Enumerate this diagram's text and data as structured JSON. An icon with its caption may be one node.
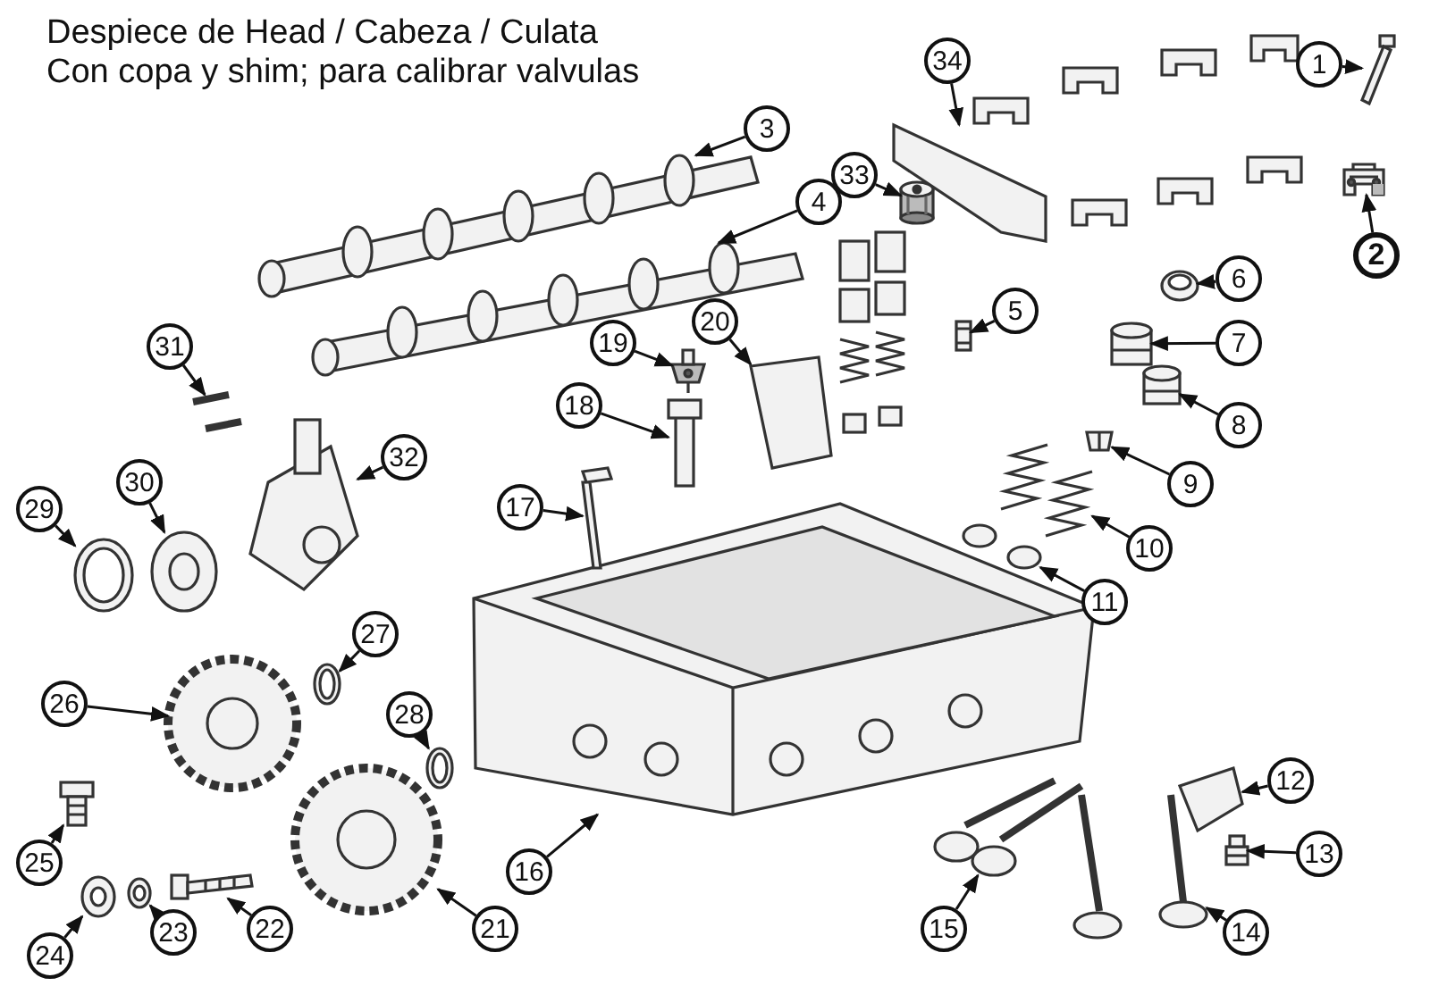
{
  "diagram": {
    "title": "Despiece de Head / Cabeza / Culata Con copa y shim; para calibrar valvulas",
    "nodes": [
      {
        "text": [
          "1"
        ]
      },
      {
        "text": [
          "2"
        ]
      },
      {
        "text": [
          "3"
        ]
      },
      {
        "text": [
          "4"
        ]
      },
      {
        "text": [
          "5"
        ]
      },
      {
        "text": [
          "6"
        ]
      },
      {
        "text": [
          "7"
        ]
      },
      {
        "text": [
          "8"
        ]
      },
      {
        "text": [
          "9"
        ]
      },
      {
        "text": [
          "10"
        ]
      },
      {
        "text": [
          "11"
        ]
      },
      {
        "text": [
          "12"
        ]
      },
      {
        "text": [
          "13"
        ]
      },
      {
        "text": [
          "14"
        ]
      },
      {
        "text": [
          "15"
        ]
      },
      {
        "text": [
          "16"
        ]
      },
      {
        "text": [
          "17"
        ]
      },
      {
        "text": [
          "18"
        ]
      },
      {
        "text": [
          "19"
        ]
      },
      {
        "text": [
          "20"
        ]
      },
      {
        "text": [
          "21"
        ]
      },
      {
        "text": [
          "22"
        ]
      },
      {
        "text": [
          "23"
        ]
      },
      {
        "text": [
          "24"
        ]
      },
      {
        "text": [
          "25"
        ]
      },
      {
        "text": [
          "26"
        ]
      },
      {
        "text": [
          "27"
        ]
      },
      {
        "text": [
          "28"
        ]
      },
      {
        "text": [
          "29"
        ]
      },
      {
        "text": [
          "30"
        ]
      },
      {
        "text": [
          "31"
        ]
      },
      {
        "text": [
          "32"
        ]
      },
      {
        "text": [
          "33"
        ]
      },
      {
        "text": [
          "34"
        ]
      },
      {
        "text": [],
        "shape": "picture"
      },
      {
        "text": [],
        "shape": "picture"
      },
      {
        "text": [],
        "shape": "picture"
      },
      {
        "text": [],
        "shape": "picture"
      },
      {
        "text": [],
        "shape": "picture"
      },
      {
        "text": [],
        "shape": "picture"
      },
      {
        "text": [],
        "shape": "picture"
      },
      {
        "text": [],
        "shape": "picture"
      },
      {
        "text": [],
        "shape": "picture"
      },
      {
        "text": [],
        "shape": "picture"
      },
      {
        "text": [],
        "shape": "picture"
      },
      {
        "text": [],
        "shape": "picture"
      },
      {
        "text": [],
        "shape": "picture"
      },
      {
        "text": [],
        "shape": "picture"
      },
      {
        "text": [],
        "shape": "picture"
      },
      {
        "text": [],
        "shape": "picture"
      },
      {
        "text": [],
        "shape": "picture"
      },
      {
        "text": [],
        "shape": "picture"
      },
      {
        "text": [],
        "shape": "picture"
      },
      {
        "text": [],
        "shape": "picture"
      },
      {
        "text": [],
        "shape": "picture"
      },
      {
        "text": [],
        "shape": "picture"
      },
      {
        "text": [],
        "shape": "picture"
      },
      {
        "text": [],
        "shape": "picture"
      },
      {
        "text": [],
        "shape": "picture"
      },
      {
        "text": [],
        "shape": "picture"
      },
      {
        "text": [],
        "shape": "picture"
      },
      {
        "text": [],
        "shape": "picture"
      },
      {
        "text": [],
        "shape": "picture"
      },
      {
        "text": [],
        "shape": "picture"
      },
      {
        "text": [],
        "shape": "picture"
      },
      {
        "text": [],
        "shape": "picture"
      },
      {
        "text": [],
        "shape": "picture"
      },
      {
        "text": [],
        "shape": "picture"
      }
    ],
    "edges": [
      {
        "from": 0,
        "to": 34,
        "arrow": "to"
      },
      {
        "from": 1,
        "to": 35,
        "arrow": "to"
      },
      {
        "from": 2,
        "to": 36,
        "arrow": "to"
      },
      {
        "from": 3,
        "to": 37,
        "arrow": "to"
      },
      {
        "from": 4,
        "to": 38,
        "arrow": "to"
      },
      {
        "from": 5,
        "to": 39,
        "arrow": "to"
      },
      {
        "from": 6,
        "to": 40,
        "arrow": "to"
      },
      {
        "from": 7,
        "to": 41,
        "arrow": "to"
      },
      {
        "from": 8,
        "to": 42,
        "arrow": "to"
      },
      {
        "from": 9,
        "to": 43,
        "arrow": "to"
      },
      {
        "from": 10,
        "to": 44,
        "arrow": "to"
      },
      {
        "from": 11,
        "to": 45,
        "arrow": "to"
      },
      {
        "from": 12,
        "to": 46,
        "arrow": "to"
      },
      {
        "from": 13,
        "to": 47,
        "arrow": "to"
      },
      {
        "from": 14,
        "to": 48,
        "arrow": "to"
      },
      {
        "from": 15,
        "to": 49,
        "arrow": "to"
      },
      {
        "from": 16,
        "to": 50,
        "arrow": "to"
      },
      {
        "from": 17,
        "to": 51,
        "arrow": "to"
      },
      {
        "from": 18,
        "to": 52,
        "arrow": "to"
      },
      {
        "from": 19,
        "to": 53,
        "arrow": "to"
      },
      {
        "from": 20,
        "to": 54,
        "arrow": "to"
      },
      {
        "from": 21,
        "to": 55,
        "arrow": "to"
      },
      {
        "from": 22,
        "to": 56,
        "arrow": "to"
      },
      {
        "from": 23,
        "to": 57,
        "arrow": "to"
      },
      {
        "from": 24,
        "to": 58,
        "arrow": "to"
      },
      {
        "from": 25,
        "to": 59,
        "arrow": "to"
      },
      {
        "from": 26,
        "to": 60,
        "arrow": "to"
      },
      {
        "from": 27,
        "to": 61,
        "arrow": "to"
      },
      {
        "from": 28,
        "to": 62,
        "arrow": "to"
      },
      {
        "from": 29,
        "to": 63,
        "arrow": "to"
      },
      {
        "from": 30,
        "to": 64,
        "arrow": "to"
      },
      {
        "from": 31,
        "to": 65,
        "arrow": "to"
      },
      {
        "from": 32,
        "to": 66,
        "arrow": "to"
      },
      {
        "from": 33,
        "to": 67,
        "arrow": "to"
      }
    ]
  }
}
